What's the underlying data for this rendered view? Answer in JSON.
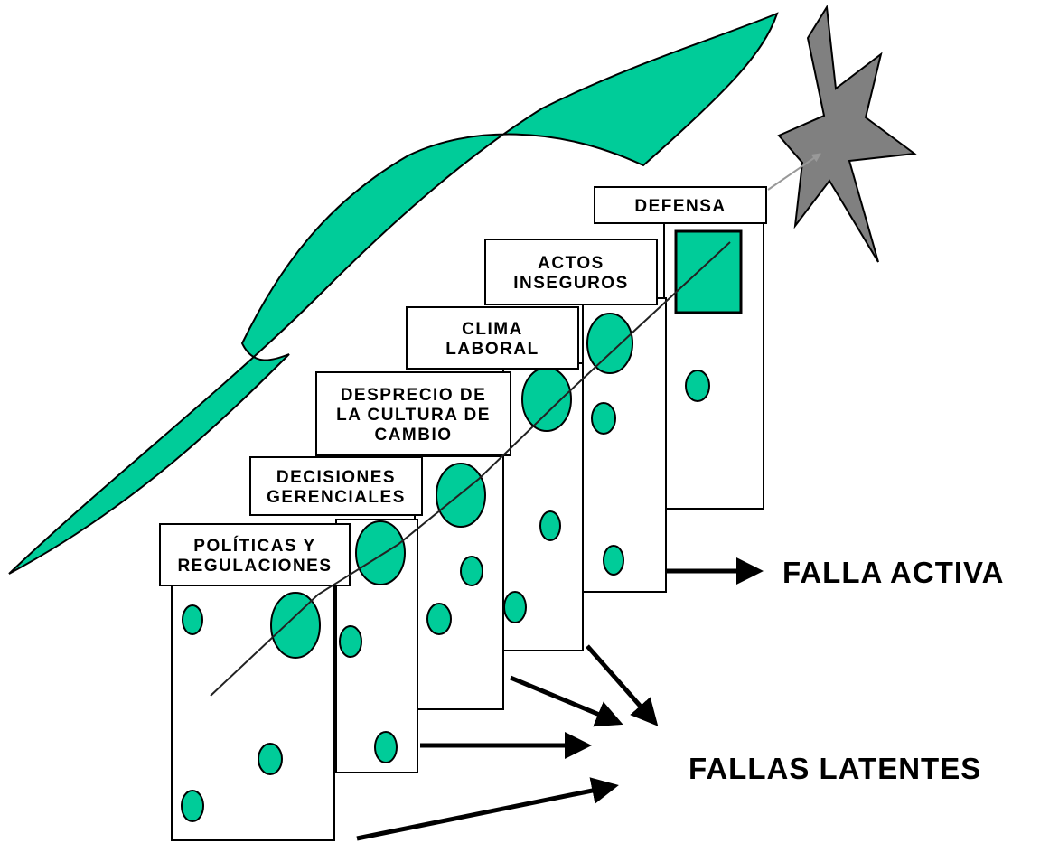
{
  "colors": {
    "hazard_fill": "#00cc99",
    "hazard_stroke": "#000000",
    "loss_star": "#808080",
    "panel": "#ffffff",
    "arrow": "#000000"
  },
  "layers": [
    {
      "lines": [
        "POLÍTICAS Y",
        "REGULACIONES"
      ]
    },
    {
      "lines": [
        "DECISIONES",
        "GERENCIALES"
      ]
    },
    {
      "lines": [
        "DESPRECIO DE",
        "LA CULTURA DE",
        "CAMBIO"
      ]
    },
    {
      "lines": [
        "CLIMA",
        "LABORAL"
      ]
    },
    {
      "lines": [
        "ACTOS",
        "INSEGUROS"
      ]
    },
    {
      "lines": [
        "DEFENSA"
      ]
    }
  ],
  "outcomes": {
    "active": "FALLA ACTIVA",
    "latent": "FALLAS LATENTES"
  }
}
